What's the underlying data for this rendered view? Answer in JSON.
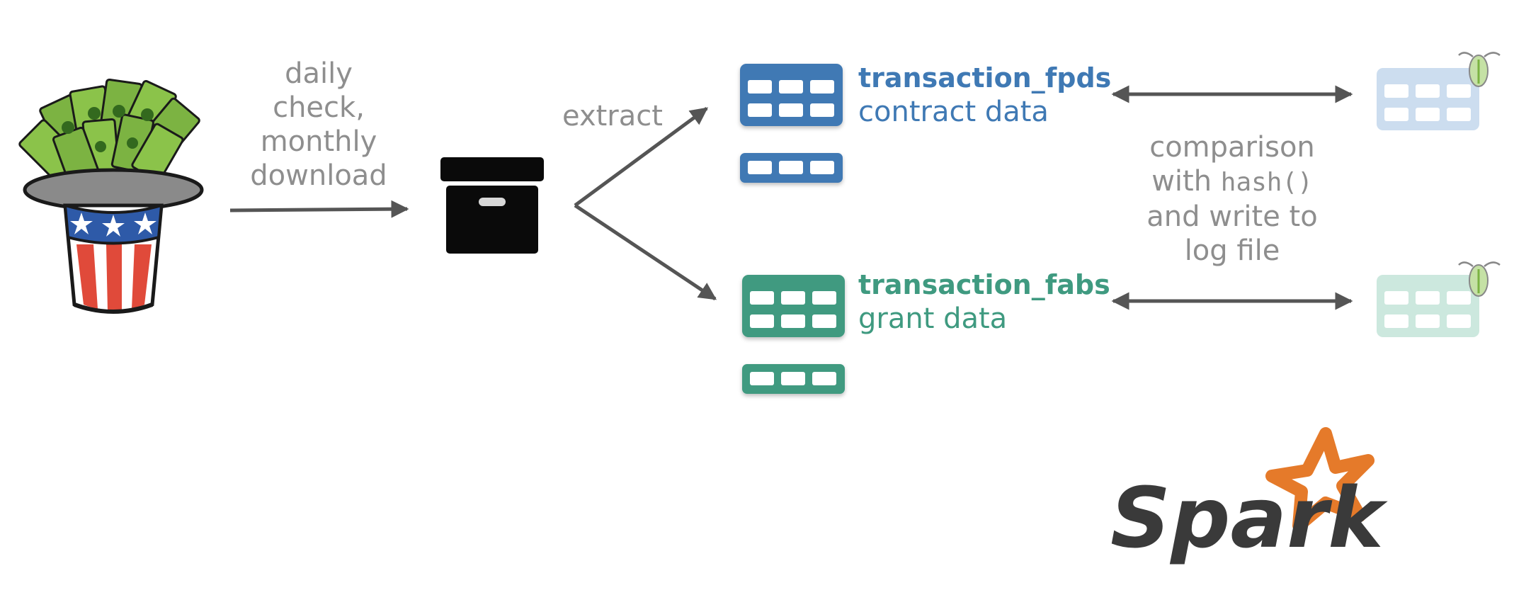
{
  "steps": {
    "download_label": [
      "daily",
      "check,",
      "monthly",
      "download"
    ],
    "extract_label": "extract",
    "comparison_label": {
      "line1": "comparison",
      "line2_prefix": "with ",
      "line2_code": "hash()",
      "line3": "and write to",
      "line4": "log file"
    }
  },
  "tables": [
    {
      "name": "transaction_fpds",
      "description": "contract data",
      "color": "#3f79b4"
    },
    {
      "name": "transaction_fabs",
      "description": "grant data",
      "color": "#3f9a80"
    }
  ],
  "logo": {
    "text": "Spark",
    "star_color": "#e57a2a",
    "text_color": "#3a3a3a"
  },
  "icons": {
    "source": "uncle-sam-hat-money-icon",
    "archive": "archive-box-icon",
    "table": "table-icon",
    "partitioned_table": "bug-table-icon"
  }
}
